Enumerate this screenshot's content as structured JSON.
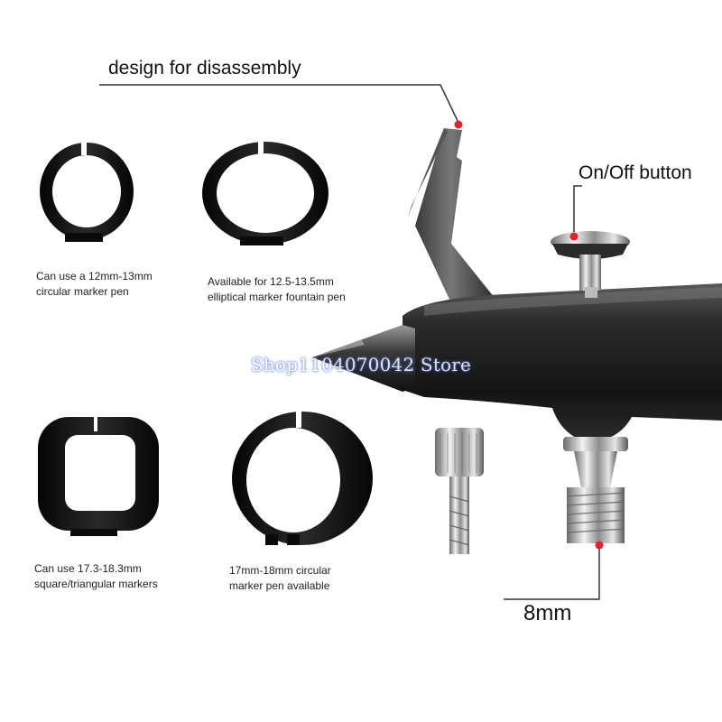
{
  "callouts": {
    "disassembly": "design for disassembly",
    "on_off": "On/Off button",
    "size": "8mm"
  },
  "holders": [
    {
      "line1": "Can use a 12mm-13mm",
      "line2": "circular marker pen"
    },
    {
      "line1": "Available for 12.5-13.5mm",
      "line2": "elliptical marker fountain pen"
    },
    {
      "line1": "Can use 17.3-18.3mm",
      "line2": "square/triangular markers"
    },
    {
      "line1": "17mm-18mm circular",
      "line2": "marker pen available"
    }
  ],
  "watermark": "Shop1104070042 Store",
  "colors": {
    "marker_dot": "#e8202a",
    "watermark_glow": "#4a6ad8",
    "body": "#1c1c1c"
  }
}
